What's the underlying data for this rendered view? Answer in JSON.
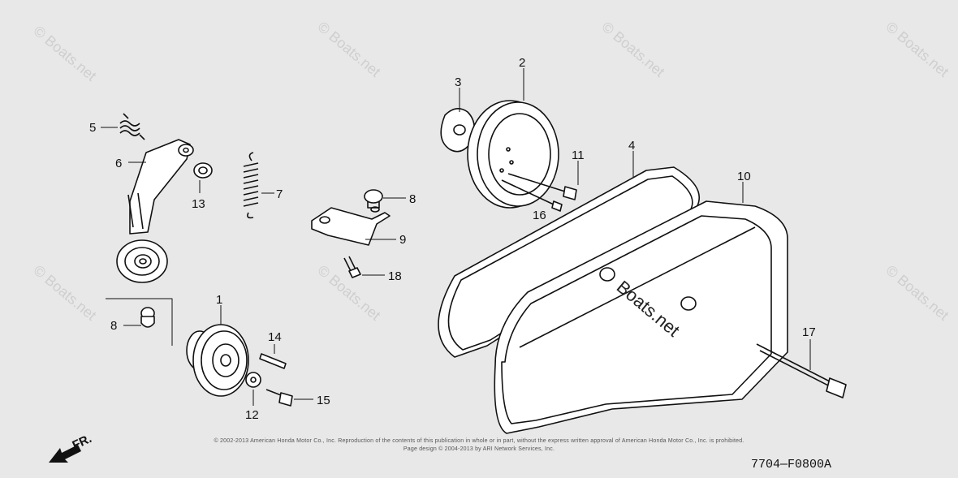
{
  "watermark": "© Boats.net",
  "center_watermark": "Boats.net",
  "callouts": {
    "c1": "1",
    "c2": "2",
    "c3": "3",
    "c4": "4",
    "c5": "5",
    "c6": "6",
    "c7": "7",
    "c8a": "8",
    "c8b": "8",
    "c9": "9",
    "c10": "10",
    "c11": "11",
    "c12": "12",
    "c13": "13",
    "c14": "14",
    "c15": "15",
    "c16": "16",
    "c17": "17",
    "c18": "18"
  },
  "direction_label": "FR.",
  "copyright_line1": "© 2002-2013 American Honda Motor Co., Inc. Reproduction of the contents of this publication in whole or in part, without the express written approval of American Honda Motor Co., Inc. is prohibited.",
  "copyright_line2": "Page design © 2004-2013 by ARI Network Services, Inc.",
  "diagram_code": "7704—F0800A",
  "colors": {
    "background": "#e8e8e8",
    "ink": "#111111",
    "watermark": "#cfcfcf"
  }
}
